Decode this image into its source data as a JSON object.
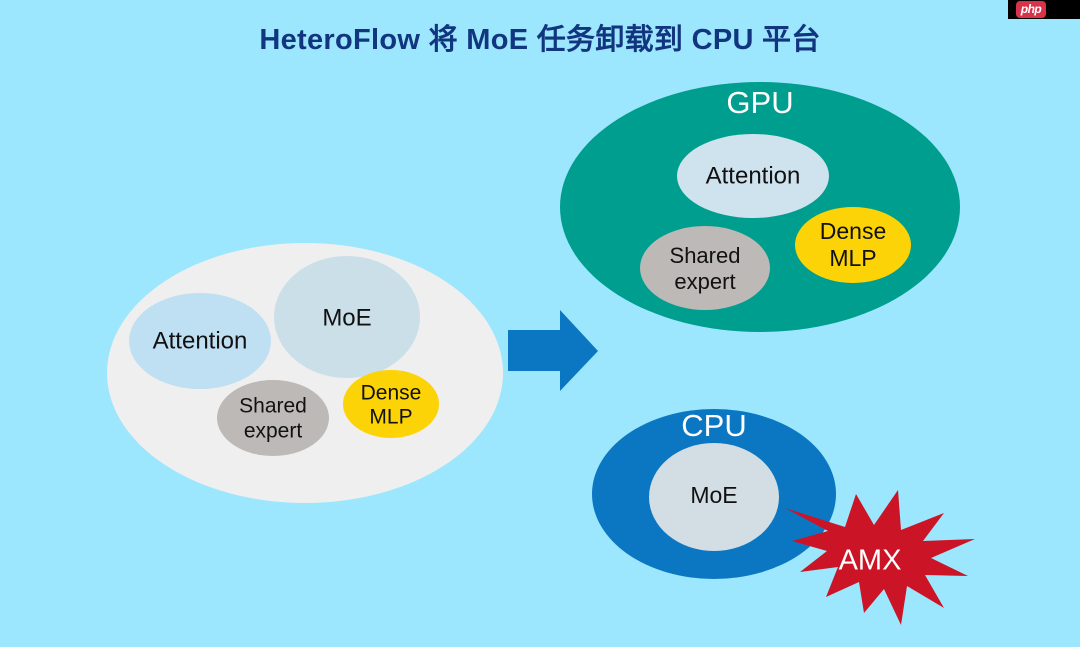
{
  "title": "HeteroFlow 将 MoE 任务卸载到 CPU 平台",
  "watermark": {
    "label": "php"
  },
  "colors": {
    "background": "#9ce7fd",
    "title_text": "#12357f",
    "source_group": "#efefef",
    "gpu": "#009e8e",
    "cpu": "#0b77c2",
    "attention": "#bfdff3",
    "attention_gpu": "#cfe3ef",
    "moe": "#cbdfe9",
    "moe_cpu": "#d2dde4",
    "shared_expert": "#bcb9b6",
    "dense_mlp": "#fcd307",
    "arrow": "#0b77c2",
    "amx_star": "#cc1427",
    "label_dark": "#111111",
    "label_white": "#ffffff"
  },
  "source_group": {
    "name": "monolithic-model",
    "nodes": [
      {
        "label": "Attention",
        "color": "#bfdff3",
        "text_color": "#111111"
      },
      {
        "label": "MoE",
        "color": "#cbdfe9",
        "text_color": "#111111"
      },
      {
        "label": "Shared expert",
        "lines": [
          "Shared",
          "expert"
        ],
        "color": "#bcb9b6",
        "text_color": "#111111"
      },
      {
        "label": "Dense MLP",
        "lines": [
          "Dense",
          "MLP"
        ],
        "color": "#fcd307",
        "text_color": "#111111"
      }
    ]
  },
  "arrow": {
    "name": "offload-arrow",
    "direction": "right",
    "color": "#0b77c2"
  },
  "gpu_group": {
    "title": "GPU",
    "color": "#009e8e",
    "title_color": "#ffffff",
    "nodes": [
      {
        "label": "Attention",
        "color": "#cfe3ef",
        "text_color": "#111111"
      },
      {
        "label": "Shared expert",
        "lines": [
          "Shared",
          "expert"
        ],
        "color": "#bcb9b6",
        "text_color": "#111111"
      },
      {
        "label": "Dense MLP",
        "lines": [
          "Dense",
          "MLP"
        ],
        "color": "#fcd307",
        "text_color": "#111111"
      }
    ]
  },
  "cpu_group": {
    "title": "CPU",
    "color": "#0b77c2",
    "title_color": "#ffffff",
    "nodes": [
      {
        "label": "MoE",
        "color": "#d2dde4",
        "text_color": "#111111"
      }
    ],
    "badge": {
      "label": "AMX",
      "shape": "starburst",
      "color": "#cc1427",
      "text_color": "#ffffff"
    }
  }
}
